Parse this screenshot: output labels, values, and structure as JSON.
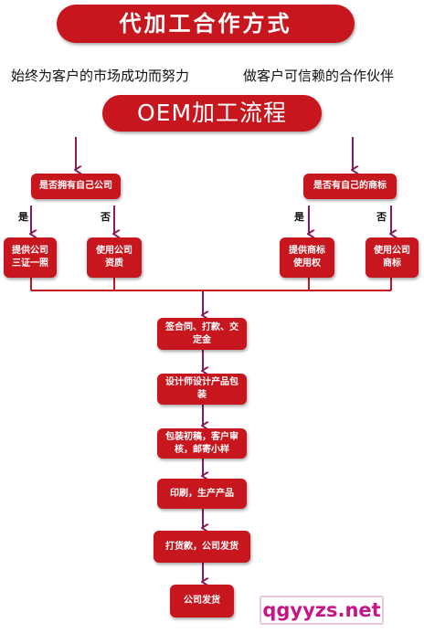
{
  "header": {
    "title": "代加工合作方式",
    "slogan_left": "始终为客户的市场成功而努力",
    "slogan_right": "做客户可信赖的合作伙伴"
  },
  "flow": {
    "title": "OEM加工流程",
    "question_left": "是否拥有自己公司",
    "question_right": "是否有自己的商标",
    "yes": "是",
    "no": "否",
    "left_yes": "提供公司三证一照",
    "left_no": "使用公司资质",
    "right_yes": "提供商标使用权",
    "right_no": "使用公司商标",
    "steps": [
      "签合同、打款、交定金",
      "设计师设计产品包装",
      "包装初稿，客户审核，邮寄小样",
      "印刷，生产产品",
      "打货款，公司发货",
      "公司发货"
    ]
  },
  "watermark": "qgyyzs.net",
  "colors": {
    "accent": "#c8161e",
    "watermark": "#c71585"
  }
}
